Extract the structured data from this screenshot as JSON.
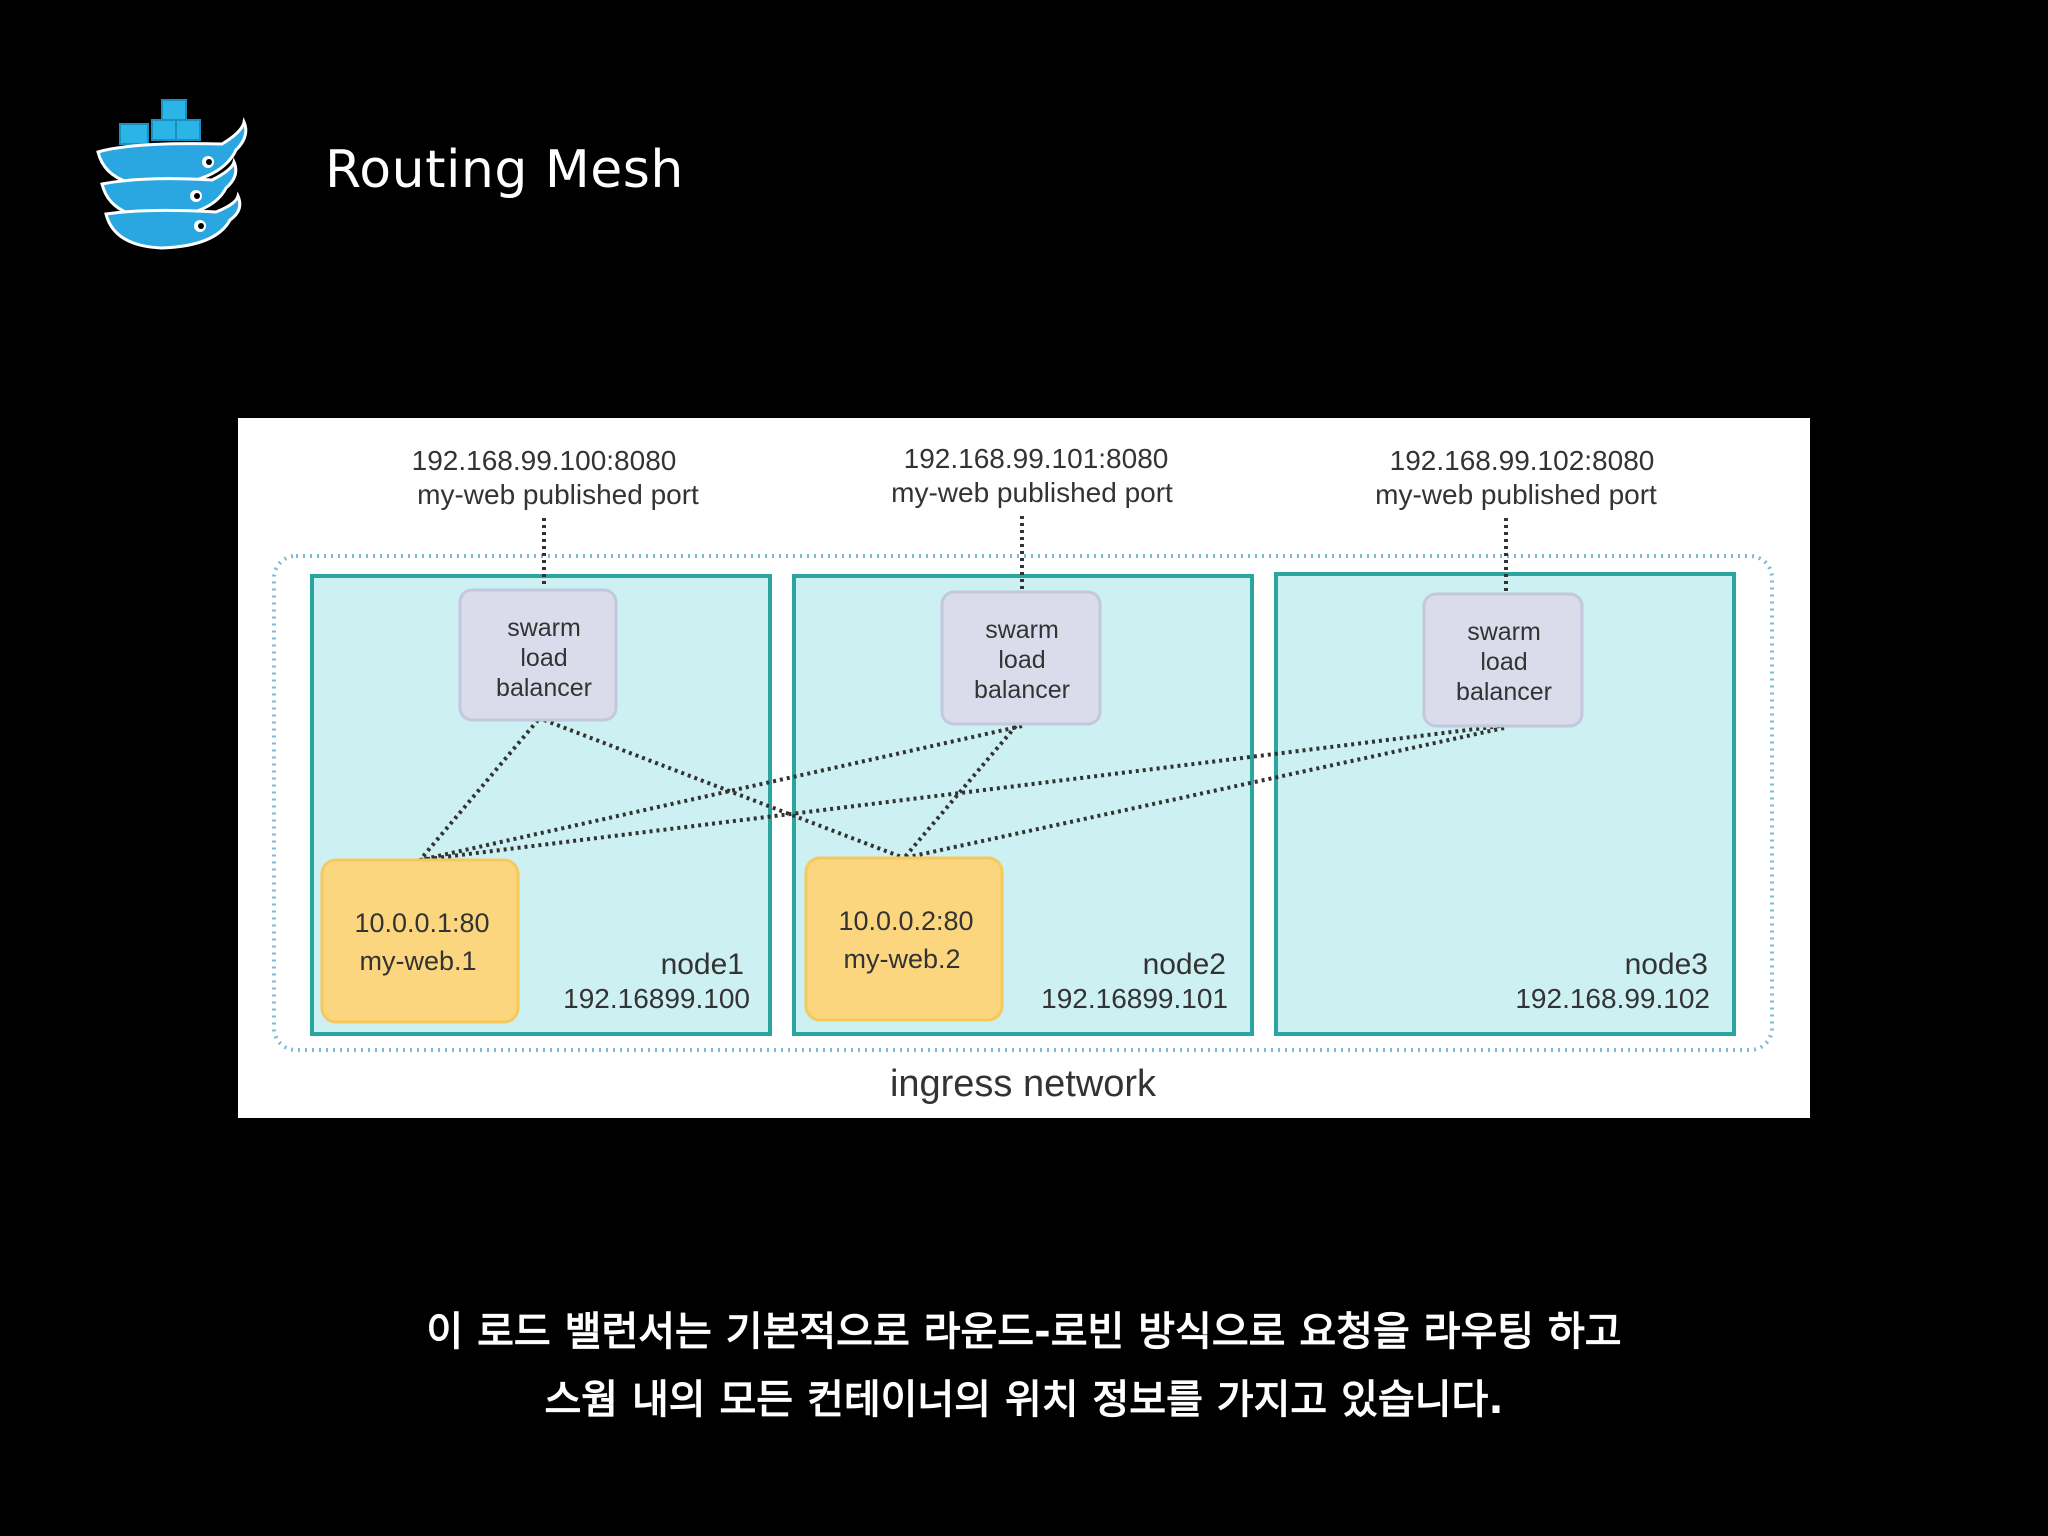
{
  "header": {
    "title": "Routing Mesh",
    "logo_icon": "docker-whale-stack-icon"
  },
  "diagram": {
    "network_label": "ingress network",
    "colors": {
      "node_fill": "#cdf0f2",
      "node_border": "#2aa5a0",
      "network_border": "#7fb9d6",
      "balancer_fill": "#dadcec",
      "container_fill": "#fbd67f",
      "connector": "#333333"
    },
    "nodes": [
      {
        "name": "node1",
        "ip": "192.16899.100",
        "published_address": "192.168.99.100:8080",
        "published_label": "my-web published port",
        "balancer_lines": [
          "swarm",
          "load",
          "balancer"
        ],
        "container": {
          "address": "10.0.0.1:80",
          "name": "my-web.1"
        }
      },
      {
        "name": "node2",
        "ip": "192.16899.101",
        "published_address": "192.168.99.101:8080",
        "published_label": "my-web published port",
        "balancer_lines": [
          "swarm",
          "load",
          "balancer"
        ],
        "container": {
          "address": "10.0.0.2:80",
          "name": "my-web.2"
        }
      },
      {
        "name": "node3",
        "ip": "192.168.99.102",
        "published_address": "192.168.99.102:8080",
        "published_label": "my-web published port",
        "balancer_lines": [
          "swarm",
          "load",
          "balancer"
        ],
        "container": null
      }
    ]
  },
  "caption": {
    "line1": "이 로드 밸런서는 기본적으로 라운드-로빈 방식으로 요청을 라우팅 하고",
    "line2": "스웜 내의 모든 컨테이너의 위치 정보를 가지고 있습니다."
  }
}
